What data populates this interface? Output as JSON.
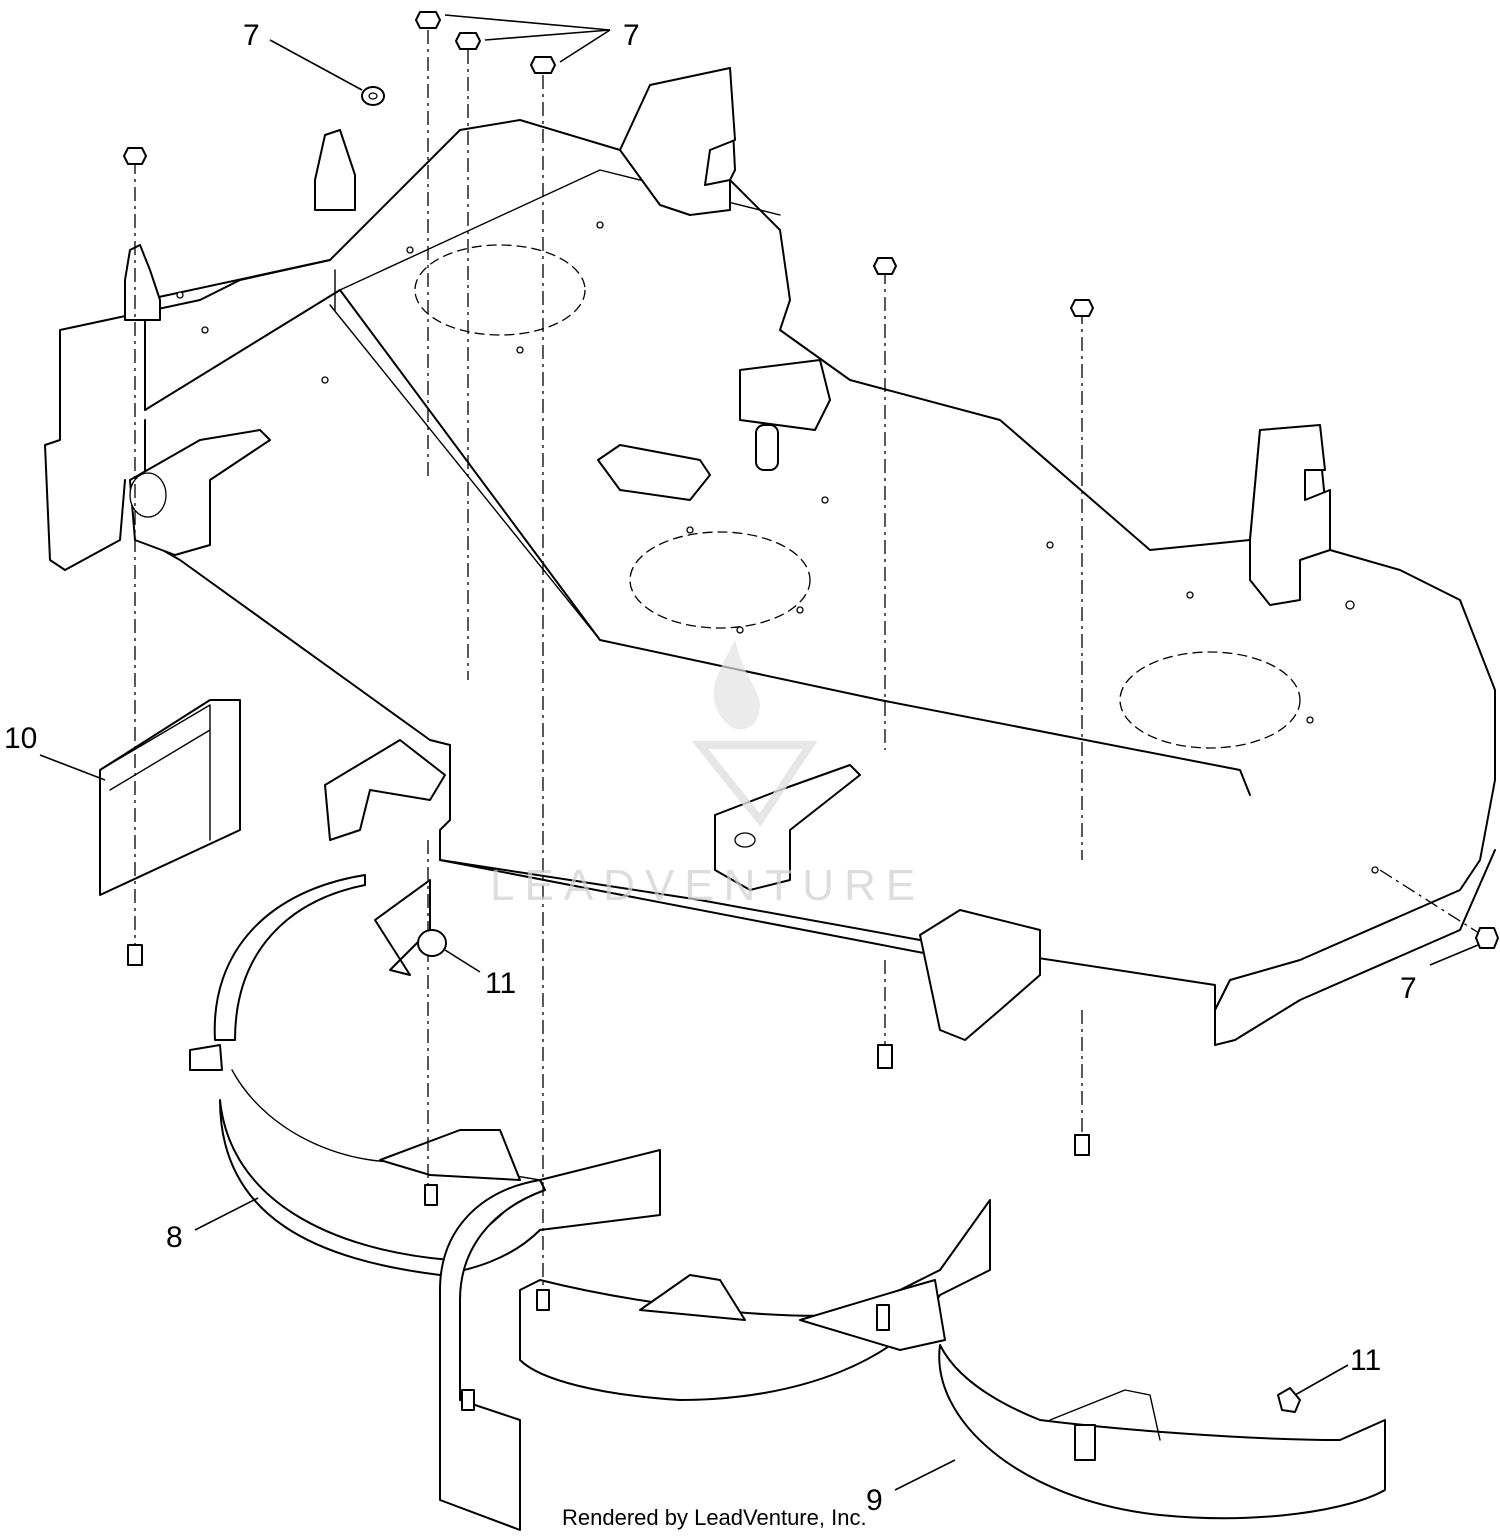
{
  "callouts": [
    {
      "id": "7-a",
      "label": "7"
    },
    {
      "id": "7-b",
      "label": "7"
    },
    {
      "id": "7-c",
      "label": "7"
    },
    {
      "id": "10",
      "label": "10"
    },
    {
      "id": "11-a",
      "label": "11"
    },
    {
      "id": "8",
      "label": "8"
    },
    {
      "id": "9",
      "label": "9"
    },
    {
      "id": "11-b",
      "label": "11"
    }
  ],
  "footer": "Rendered by LeadVenture, Inc.",
  "watermark": "LEADVENTURE",
  "colors": {
    "line": "#000000",
    "background": "#ffffff",
    "watermark": "#d0d0d0"
  }
}
